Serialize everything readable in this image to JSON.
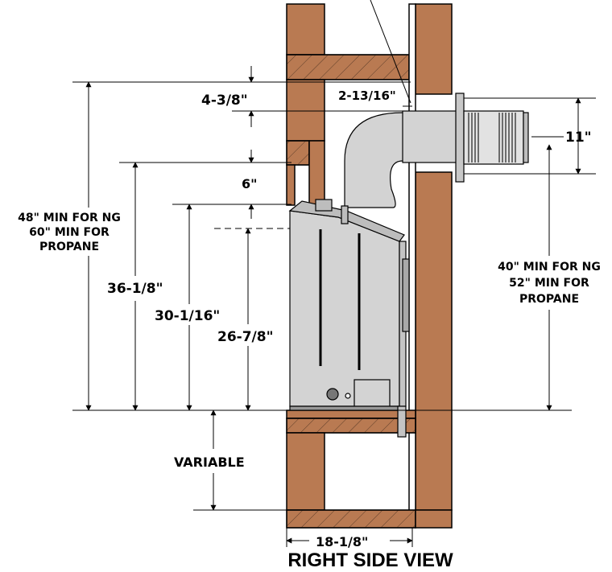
{
  "diagram": {
    "view_title": "RIGHT SIDE VIEW",
    "dimensions": {
      "d_4_3_8": "4-3/8\"",
      "d_2_13_16": "2-13/16\"",
      "d_11": "11\"",
      "d_6": "6\"",
      "d_36_1_8": "36-1/8\"",
      "d_30_1_16": "30-1/16\"",
      "d_26_7_8": "26-7/8\"",
      "d_variable": "VARIABLE",
      "d_18_1_8": "18-1/8\""
    },
    "left_note": [
      "48\" MIN FOR NG",
      "60\" MIN FOR",
      "PROPANE"
    ],
    "right_note": [
      "40\" MIN FOR NG",
      "52\" MIN FOR",
      "PROPANE"
    ]
  }
}
